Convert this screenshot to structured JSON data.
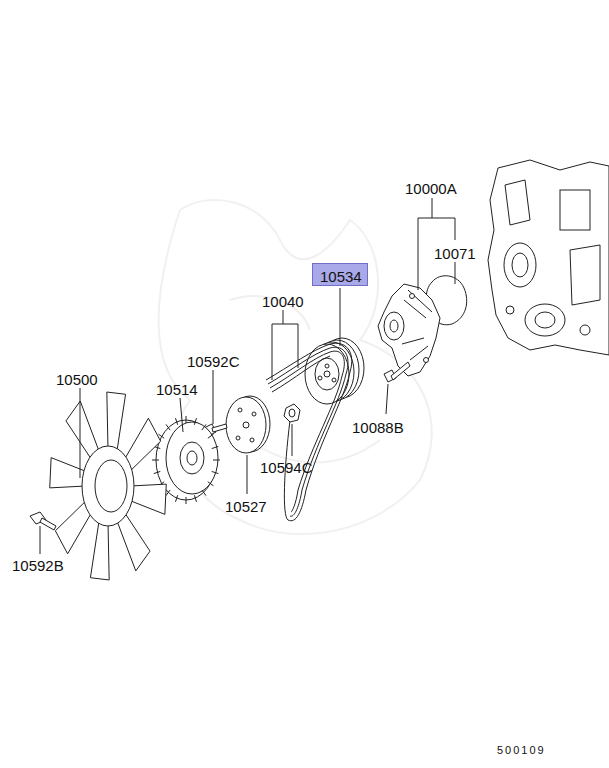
{
  "diagram": {
    "nodes": [
      {
        "text": [
          "10534"
        ]
      }
    ],
    "labels": [
      "10000A",
      "10071",
      "10040",
      "10592C",
      "10514",
      "10500",
      "10088B",
      "10527",
      "10594C",
      "10592B",
      "500109"
    ]
  }
}
